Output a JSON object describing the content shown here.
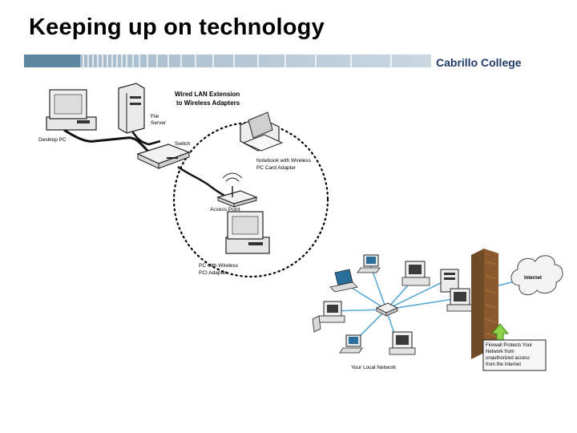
{
  "slide": {
    "title": "Keeping up on technology",
    "brand": "Cabrillo College"
  },
  "wireless_diagram": {
    "heading_line1": "Wired LAN Extension",
    "heading_line2": "to Wireless Adapters",
    "desktop_pc": "Desktop PC",
    "file_server_line1": "File",
    "file_server_line2": "Server",
    "switch": "Switch",
    "notebook_line1": "Notebook with Wireless",
    "notebook_line2": "PC Card Adapter",
    "access_point": "Access Point",
    "pc_wireless_line1": "PC with Wireless",
    "pc_wireless_line2": "PCI Adapter"
  },
  "firewall_diagram": {
    "internet": "Internet",
    "local_network": "Your Local Network",
    "callout_line1": "Firewall Protects Your",
    "callout_line2": "Network from",
    "callout_line3": "unauthorized access",
    "callout_line4": "from the Internet"
  },
  "colors": {
    "banner_blue": "#1f3a68",
    "network_link": "#5aa9d6",
    "firewall_brick": "#8a5a2e",
    "arrow_green": "#8bd14a"
  }
}
